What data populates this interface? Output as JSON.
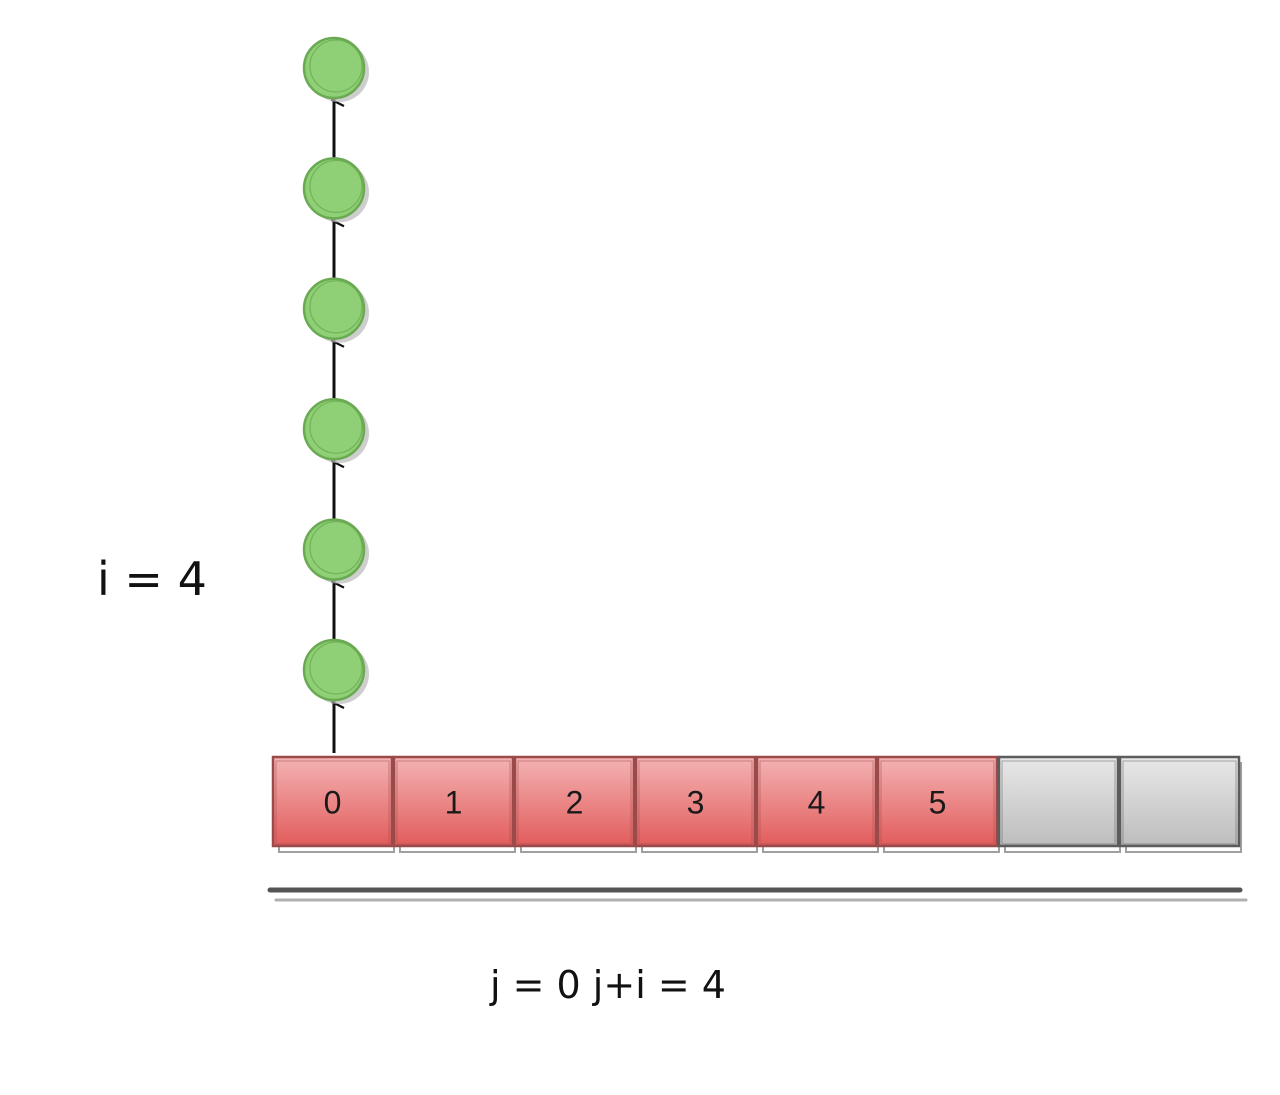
{
  "labels": {
    "i_label": "i = 4",
    "j_label": "j = 0 j+i = 4"
  },
  "array": {
    "cells": [
      {
        "text": "0",
        "state": "filled"
      },
      {
        "text": "1",
        "state": "filled"
      },
      {
        "text": "2",
        "state": "filled"
      },
      {
        "text": "3",
        "state": "filled"
      },
      {
        "text": "4",
        "state": "filled"
      },
      {
        "text": "5",
        "state": "filled"
      },
      {
        "text": "",
        "state": "empty"
      },
      {
        "text": "",
        "state": "empty"
      }
    ]
  },
  "stack": {
    "node_count": 6
  },
  "colors": {
    "filled_top": "#f4b3b3",
    "filled_bottom": "#e25c5c",
    "empty_top": "#e8e8e8",
    "empty_bottom": "#bdbdbd",
    "node_fill": "#8fcf75",
    "node_stroke": "#6aaa52",
    "outline": "#555555",
    "arrow": "#111111"
  }
}
